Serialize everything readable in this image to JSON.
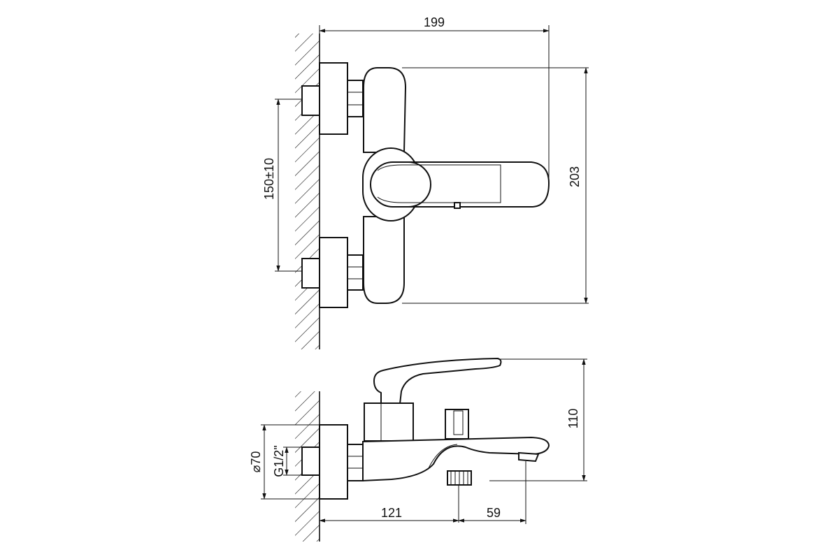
{
  "dimensions": {
    "front_width": "199",
    "front_height": "203",
    "inlet_spacing": "150±10",
    "side_height": "110",
    "flange_diameter": "⌀70",
    "thread_size": "G1/2\"",
    "wall_to_outlet": "121",
    "outlet_to_spout": "59"
  },
  "colors": {
    "line": "#111111",
    "background": "#ffffff"
  }
}
